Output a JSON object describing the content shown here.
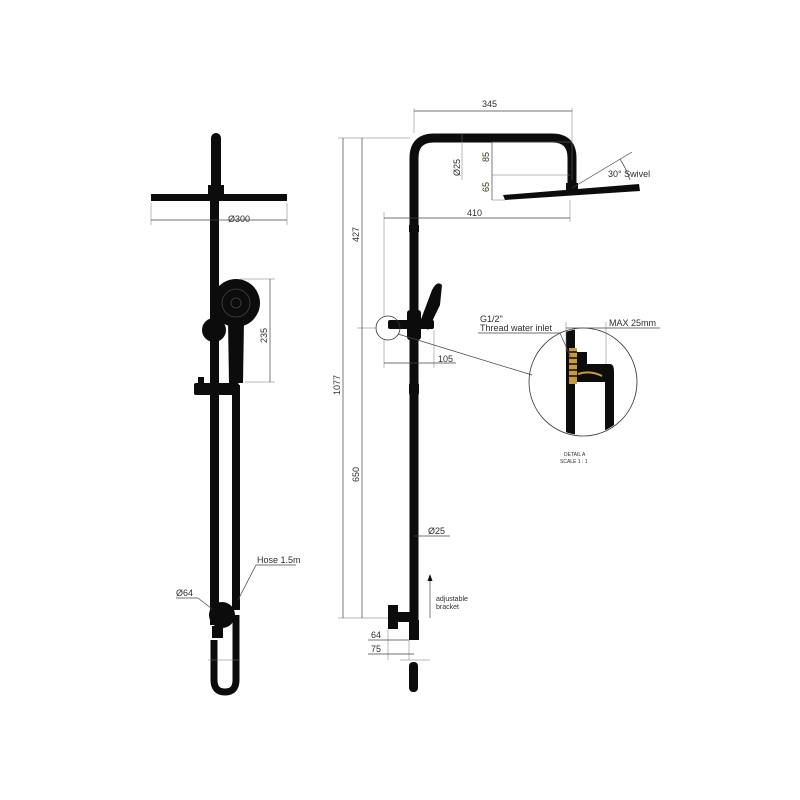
{
  "front_view": {
    "head_diameter": "Ø300",
    "handshower_height": "235",
    "hose_label": "Hose 1.5m",
    "elbow_diameter": "Ø64"
  },
  "side_view": {
    "arm_length": "345",
    "pipe_diameter_top": "Ø25",
    "head_drop_upper": "85",
    "head_drop_lower": "65",
    "swivel_label": "30° Swivel",
    "head_projection": "410",
    "total_height": "1077",
    "upper_height": "427",
    "lower_height": "650",
    "bracket_projection": "105",
    "pipe_diameter_lower": "Ø25",
    "bracket_note_line1": "adjustable",
    "bracket_note_line2": "bracket",
    "elbow_projection": "64",
    "base_projection": "75"
  },
  "detail": {
    "inlet_line1": "G1/2\"",
    "inlet_line2": "Thread water inlet",
    "max_label": "MAX 25mm",
    "title_line1": "DETAIL A",
    "title_line2": "SCALE 1 : 1"
  },
  "colors": {
    "fixture": "#0c0c0c",
    "thread_accent": "#c89a3c",
    "dimension_text": "#2e2e2e"
  }
}
